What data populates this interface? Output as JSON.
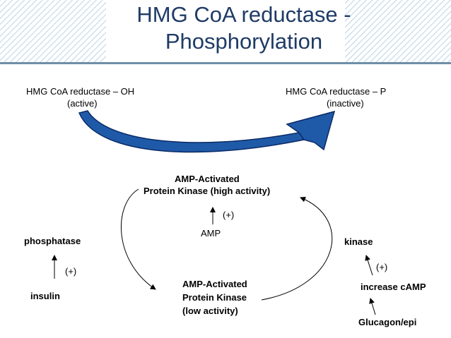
{
  "slide": {
    "title_line1": "HMG CoA reductase -",
    "title_line2": "Phosphorylation"
  },
  "labels": {
    "active_form": "HMG CoA reductase – OH",
    "active_state": "(active)",
    "inactive_form": "HMG CoA reductase – P",
    "inactive_state": "(inactive)",
    "ampk_high_line1": "AMP-Activated",
    "ampk_high_line2": "Protein Kinase (high activity)",
    "amp_plus": "(+)",
    "amp": "AMP",
    "phosphatase": "phosphatase",
    "kinase": "kinase",
    "insulin_plus": "(+)",
    "insulin": "insulin",
    "camp_plus": "(+)",
    "increase_camp": "increase cAMP",
    "glucagon": "Glucagon/epi",
    "ampk_low_line1": "AMP-Activated",
    "ampk_low_line2": "Protein Kinase",
    "ampk_low_line3": "(low activity)"
  },
  "colors": {
    "title": "#1f3b66",
    "arrow_fill": "#1f5aa8",
    "arrow_stroke": "#0a2a66"
  }
}
